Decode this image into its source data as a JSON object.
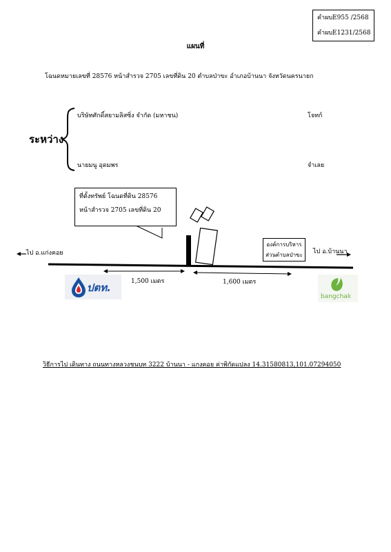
{
  "case_numbers": [
    "คำผบE955 /2568",
    "คำผบE1231/2568"
  ],
  "title": "แผนที่",
  "deed_line": "โฉนดหมายเลขที่ 28576  หน้าสำรวจ 2705   เลขที่ดิน 20 ตำบลป่าขะ  อำเภอบ้านนา   จังหวัดนครนายก",
  "between_label": "ระหว่าง",
  "plaintiff": {
    "name": "บริษัทศักดิ์สยามลิสซิ่ง จำกัด  (มหาชน)",
    "role": "โจทก์"
  },
  "defendant": {
    "name": "นายมนู  อุดมพร",
    "role": "จำเลย"
  },
  "property_box": {
    "line1": "ที่ตั้งทรัพย์ โฉนดที่ดิน 28576",
    "line2": "หน้าสำรวจ 2705   เลขที่ดิน 20"
  },
  "left_direction": "ไป อ.แก่งคอย",
  "right_direction": "ไป อ.บ้านนา",
  "sao_box": {
    "line1": "องค์การบริหาร",
    "line2": "ส่วนตำบลป่าขะ"
  },
  "distance_left": "1,500 เมตร",
  "distance_right": "1,600 เมตร",
  "logo_left_text": "ปตท.",
  "logo_right_text": "bangchak",
  "route_text": "วิธีการไป    เดินทาง ถนนทางหลวงชนบท 3222 บ้านนา - แกงคอย  ค่าพิกัดแปลง 14.31580813,101.07294050",
  "colors": {
    "ptt_blue": "#1a4fa0",
    "ptt_red": "#d7262e",
    "bangchak_green": "#6db33f"
  }
}
